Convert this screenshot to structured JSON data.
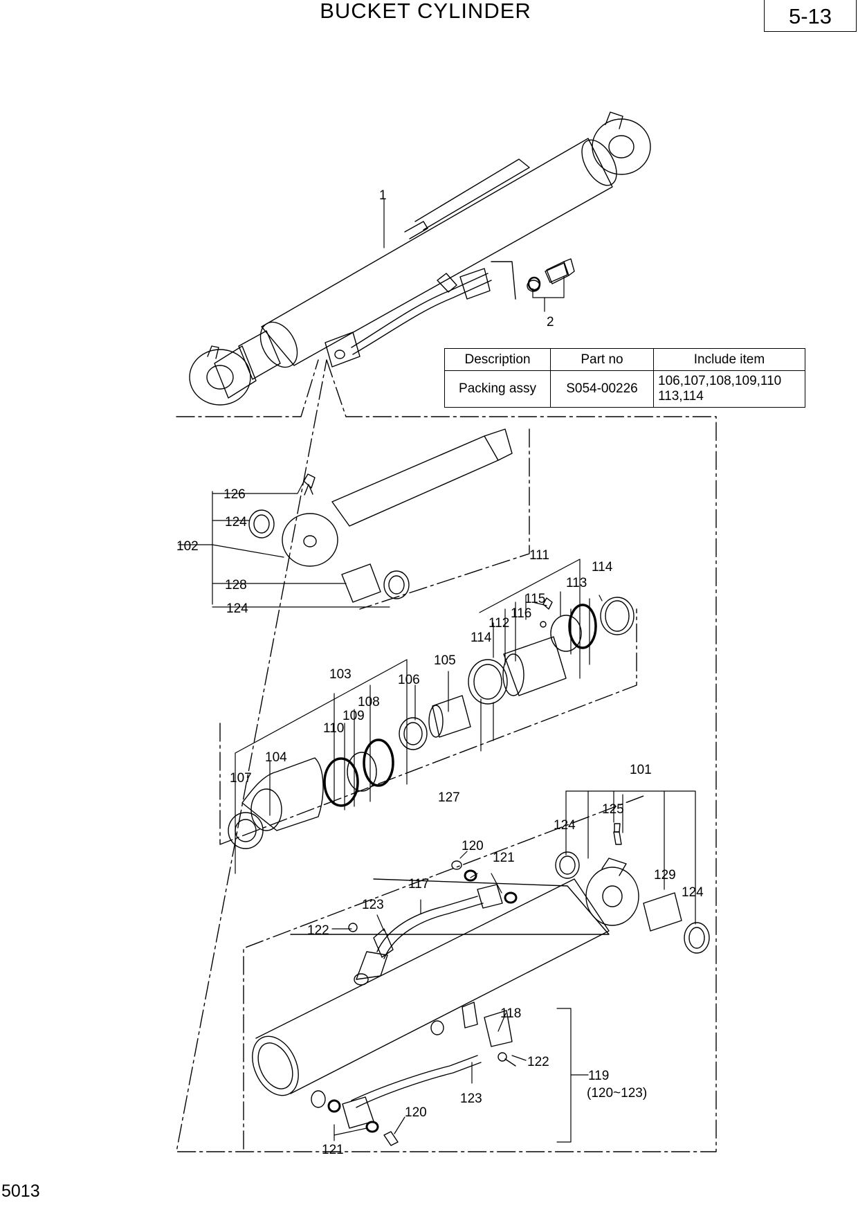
{
  "header": {
    "title": "BUCKET CYLINDER",
    "page_number": "5-13"
  },
  "footer": {
    "code": "5013"
  },
  "table": {
    "headers": [
      "Description",
      "Part no",
      "Include item"
    ],
    "rows": [
      {
        "description": "Packing assy",
        "part_no": "S054-00226",
        "include_line1": "106,107,108,109,110",
        "include_line2": "113,114"
      }
    ]
  },
  "callouts": {
    "c1": "1",
    "c2": "2",
    "c101": "101",
    "c102": "102",
    "c103": "103",
    "c104": "104",
    "c105": "105",
    "c106": "106",
    "c107": "107",
    "c108": "108",
    "c109": "109",
    "c110": "110",
    "c111": "111",
    "c112": "112",
    "c113": "113",
    "c114a": "114",
    "c114b": "114",
    "c115": "115",
    "c116": "116",
    "c117": "117",
    "c118": "118",
    "c119": "119",
    "c119sub": "(120~123)",
    "c120a": "120",
    "c120b": "120",
    "c121a": "121",
    "c121b": "121",
    "c122a": "122",
    "c122b": "122",
    "c123a": "123",
    "c123b": "123",
    "c124a": "124",
    "c124b": "124",
    "c124c": "124",
    "c124d": "124",
    "c125": "125",
    "c126": "126",
    "c127": "127",
    "c128": "128",
    "c129": "129"
  }
}
